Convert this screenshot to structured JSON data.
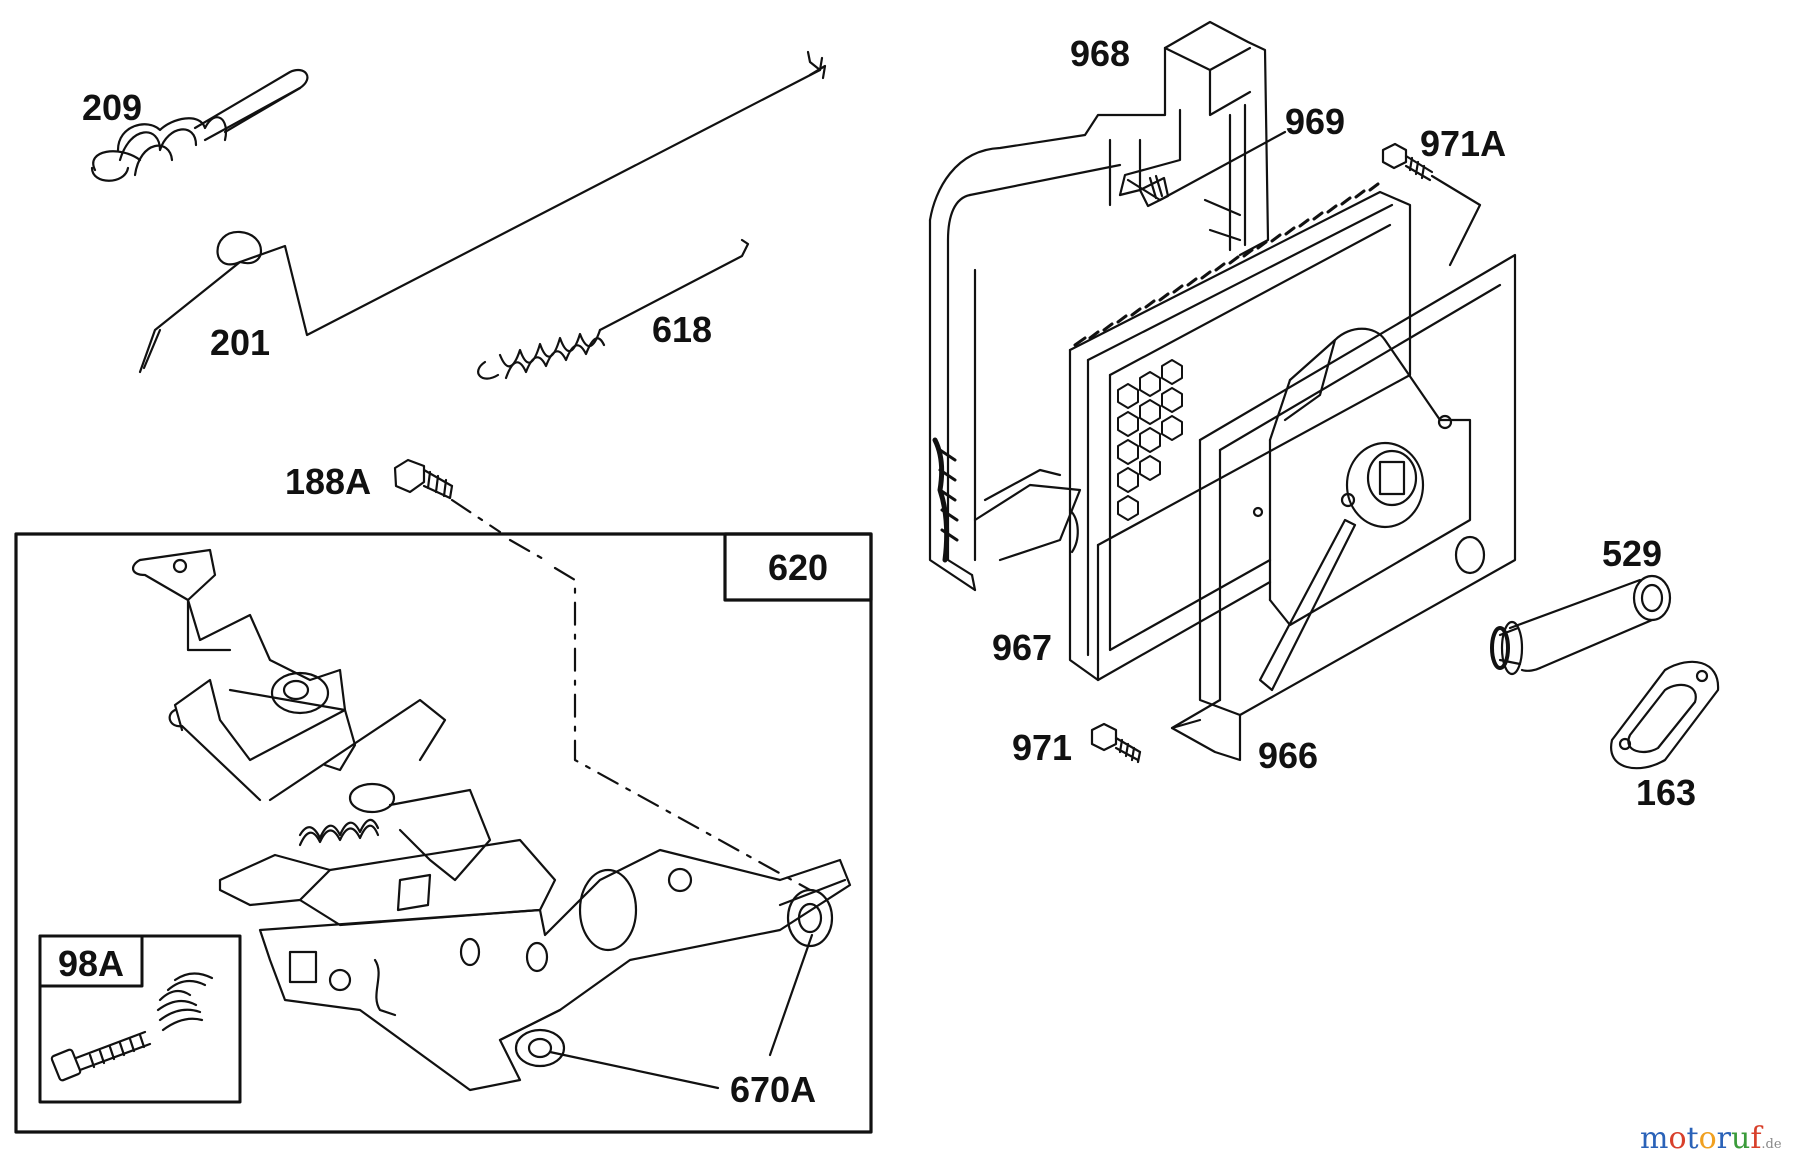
{
  "parts": [
    {
      "id": "209",
      "label": "209"
    },
    {
      "id": "201",
      "label": "201"
    },
    {
      "id": "618",
      "label": "618"
    },
    {
      "id": "188A",
      "label": "188A"
    },
    {
      "id": "620",
      "label": "620"
    },
    {
      "id": "98A",
      "label": "98A"
    },
    {
      "id": "670A",
      "label": "670A"
    },
    {
      "id": "968",
      "label": "968"
    },
    {
      "id": "969",
      "label": "969"
    },
    {
      "id": "971A",
      "label": "971A"
    },
    {
      "id": "967",
      "label": "967"
    },
    {
      "id": "971",
      "label": "971"
    },
    {
      "id": "966",
      "label": "966"
    },
    {
      "id": "529",
      "label": "529"
    },
    {
      "id": "163",
      "label": "163"
    }
  ],
  "watermark": {
    "text": "motoruf",
    "tld": ".de",
    "letter_colors": [
      "#2a62b8",
      "#d8402b",
      "#2a62b8",
      "#f0a020",
      "#2a62b8",
      "#3a9b3a",
      "#d8402b"
    ]
  }
}
